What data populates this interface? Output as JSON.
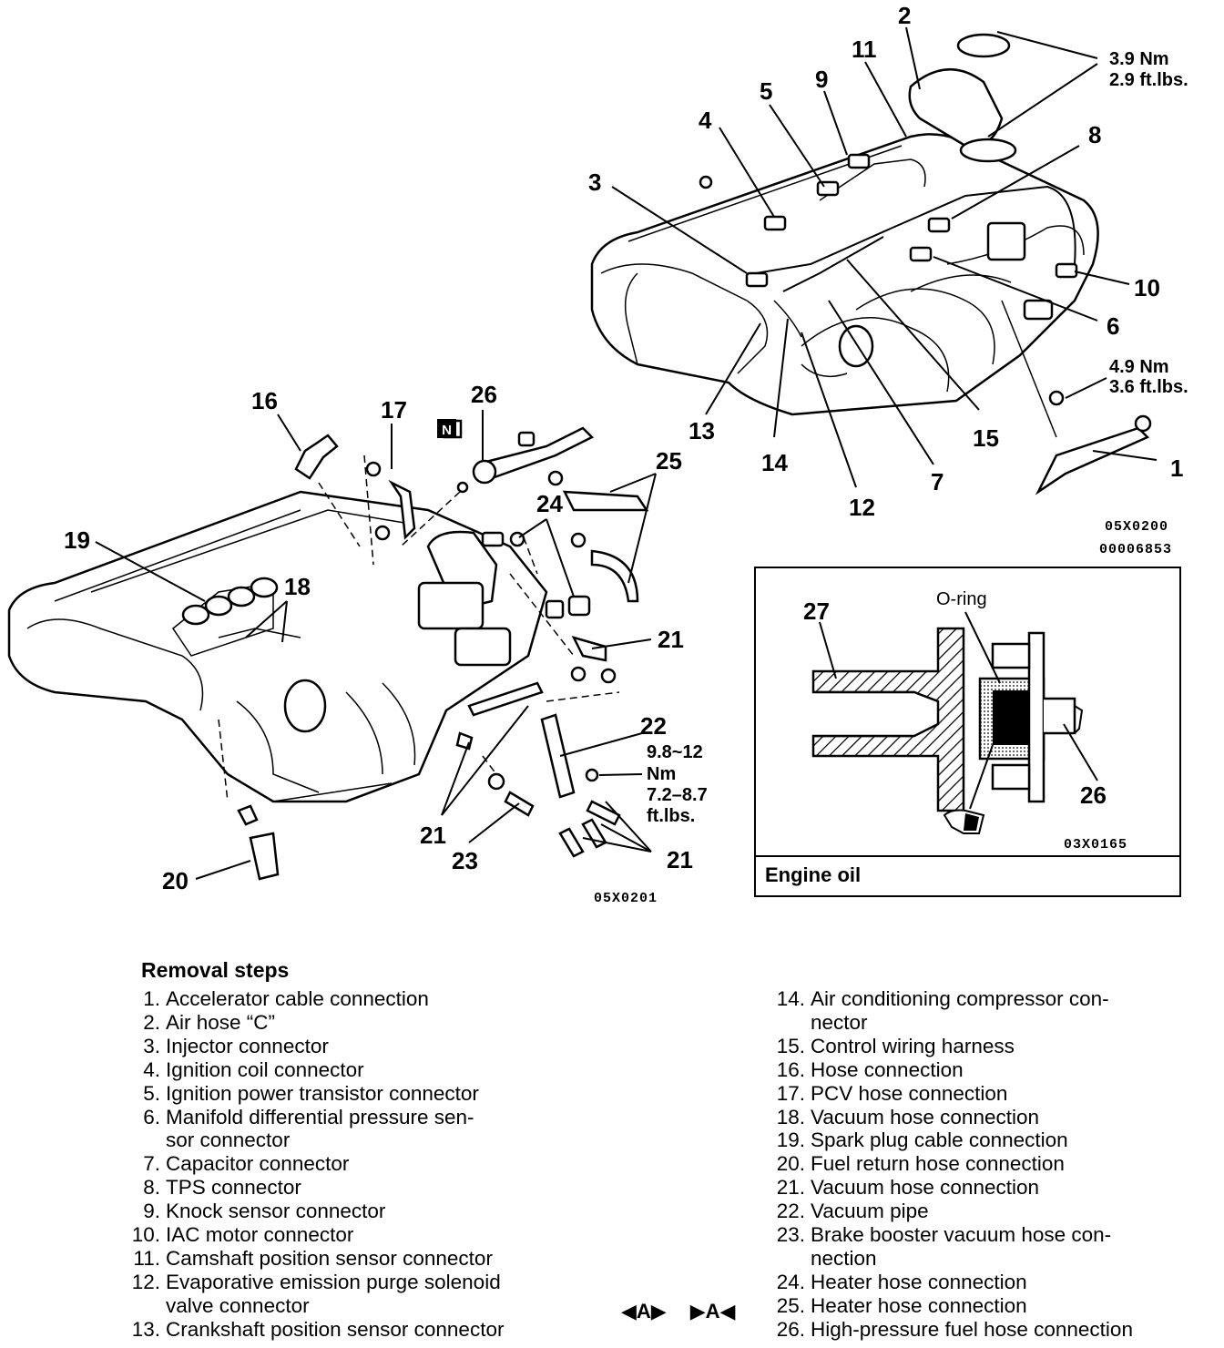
{
  "diagram": {
    "callouts": {
      "c1": "1",
      "c2": "2",
      "c3": "3",
      "c4": "4",
      "c5": "5",
      "c6": "6",
      "c7": "7",
      "c8": "8",
      "c9": "9",
      "c10": "10",
      "c11": "11",
      "c12": "12",
      "c13": "13",
      "c14": "14",
      "c15": "15",
      "c16": "16",
      "c17": "17",
      "c18": "18",
      "c19": "19",
      "c20": "20",
      "c21a": "21",
      "c21b": "21",
      "c21c": "21",
      "c22": "22",
      "c23": "23",
      "c24": "24",
      "c25": "25",
      "c26": "26"
    },
    "torque_top": {
      "nm": "3.9 Nm",
      "ftlbs": "2.9 ft.lbs."
    },
    "torque_mid": {
      "nm": "4.9 Nm",
      "ftlbs": "3.6 ft.lbs."
    },
    "torque_low": {
      "line1": "9.8~12",
      "line2": "Nm",
      "line3": "7.2–8.7",
      "line4": "ft.lbs."
    },
    "codes": {
      "upper1": "05X0200",
      "upper2": "00006853",
      "lower": "05X0201"
    },
    "n_marker": "N",
    "inset": {
      "callout27": "27",
      "callout26": "26",
      "oring_label": "O-ring",
      "code": "03X0165",
      "caption": "Engine oil"
    }
  },
  "removal": {
    "title": "Removal steps",
    "left": [
      {
        "n": "1.",
        "t": "Accelerator cable connection"
      },
      {
        "n": "2.",
        "t": "Air hose “C”"
      },
      {
        "n": "3.",
        "t": "Injector connector"
      },
      {
        "n": "4.",
        "t": "Ignition coil connector"
      },
      {
        "n": "5.",
        "t": "Ignition power transistor connector"
      },
      {
        "n": "6.",
        "t": "Manifold differential pressure sen-\nsor connector"
      },
      {
        "n": "7.",
        "t": "Capacitor connector"
      },
      {
        "n": "8.",
        "t": "TPS connector"
      },
      {
        "n": "9.",
        "t": "Knock sensor connector"
      },
      {
        "n": "10.",
        "t": "IAC motor connector"
      },
      {
        "n": "11.",
        "t": "Camshaft position sensor connector"
      },
      {
        "n": "12.",
        "t": "Evaporative emission purge solenoid\nvalve connector"
      },
      {
        "n": "13.",
        "t": "Crankshaft position sensor connector"
      }
    ],
    "right": [
      {
        "n": "14.",
        "t": "Air conditioning compressor con-\nnector"
      },
      {
        "n": "15.",
        "t": "Control wiring harness"
      },
      {
        "n": "16.",
        "t": "Hose connection"
      },
      {
        "n": "17.",
        "t": "PCV hose connection"
      },
      {
        "n": "18.",
        "t": "Vacuum hose connection"
      },
      {
        "n": "19.",
        "t": "Spark plug cable connection"
      },
      {
        "n": "20.",
        "t": "Fuel return hose connection"
      },
      {
        "n": "21.",
        "t": "Vacuum hose connection"
      },
      {
        "n": "22.",
        "t": "Vacuum pipe"
      },
      {
        "n": "23.",
        "t": "Brake booster vacuum hose con-\nnection"
      },
      {
        "n": "24.",
        "t": "Heater hose connection"
      },
      {
        "n": "25.",
        "t": "Heater hose connection"
      },
      {
        "n": "26.",
        "t": "High-pressure fuel hose connection"
      }
    ],
    "markers": {
      "a": "◀A▶",
      "b": "▶A◀"
    }
  }
}
